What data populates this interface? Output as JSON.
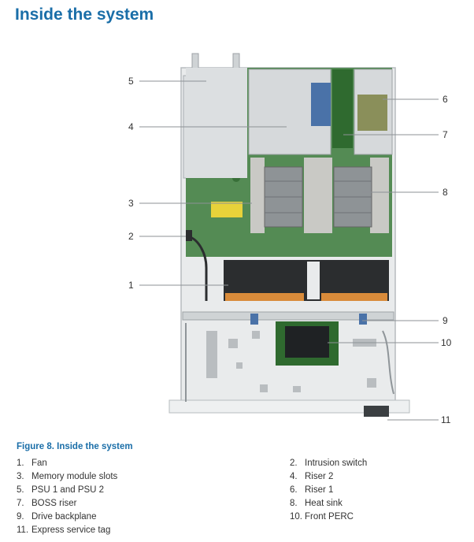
{
  "title": "Inside the system",
  "figure_caption": "Figure 8. Inside the system",
  "callouts": {
    "c1": "1",
    "c2": "2",
    "c3": "3",
    "c4": "4",
    "c5": "5",
    "c6": "6",
    "c7": "7",
    "c8": "8",
    "c9": "9",
    "c10": "10",
    "c11": "11"
  },
  "legend": [
    {
      "num": "1.",
      "label": "Fan"
    },
    {
      "num": "2.",
      "label": "Intrusion switch"
    },
    {
      "num": "3.",
      "label": "Memory module slots"
    },
    {
      "num": "4.",
      "label": "Riser 2"
    },
    {
      "num": "5.",
      "label": "PSU 1 and PSU 2"
    },
    {
      "num": "6.",
      "label": "Riser 1"
    },
    {
      "num": "7.",
      "label": "BOSS riser"
    },
    {
      "num": "8.",
      "label": "Heat sink"
    },
    {
      "num": "9.",
      "label": "Drive backplane"
    },
    {
      "num": "10.",
      "label": "Front PERC"
    },
    {
      "num": "11.",
      "label": "Express service tag"
    }
  ]
}
